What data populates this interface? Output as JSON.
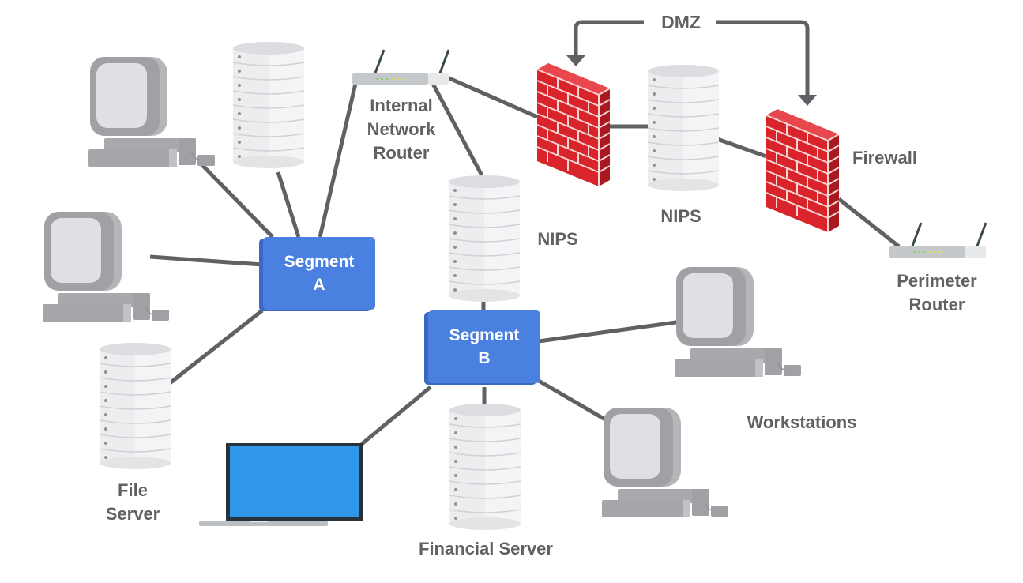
{
  "diagram": {
    "title": "Network Segmentation with DMZ",
    "colors": {
      "link": "#5f6164",
      "segment": "#4a80e0",
      "segment_shadow": "#3a68c2",
      "firewall": "#d8242a",
      "server": "#e6e7e9",
      "workstation": "#a4a6aa",
      "laptop_screen": "#2f98ea",
      "label": "#5f6164"
    },
    "labels": {
      "dmz": "DMZ",
      "internal_router": "Internal\nNetwork\nRouter",
      "nips_internal": "NIPS",
      "nips_dmz": "NIPS",
      "firewall": "Firewall",
      "perimeter_router": "Perimeter\nRouter",
      "segment_a": "Segment\nA",
      "segment_b": "Segment\nB",
      "workstations": "Workstations",
      "file_server": "File\nServer",
      "financial_server": "Financial Server"
    },
    "nodes": [
      {
        "id": "ws-a1",
        "type": "workstation",
        "segment": "A"
      },
      {
        "id": "server-a",
        "type": "server",
        "segment": "A"
      },
      {
        "id": "ws-a2",
        "type": "workstation",
        "segment": "A"
      },
      {
        "id": "file-server",
        "type": "server",
        "segment": "A",
        "label": "File Server"
      },
      {
        "id": "segment-a",
        "type": "switch",
        "label": "Segment A"
      },
      {
        "id": "internal-router",
        "type": "router",
        "label": "Internal Network Router"
      },
      {
        "id": "nips-internal",
        "type": "nips",
        "label": "NIPS"
      },
      {
        "id": "segment-b",
        "type": "switch",
        "label": "Segment B"
      },
      {
        "id": "laptop",
        "type": "laptop",
        "segment": "B"
      },
      {
        "id": "financial-server",
        "type": "server",
        "segment": "B",
        "label": "Financial Server"
      },
      {
        "id": "ws-b1",
        "type": "workstation",
        "segment": "B"
      },
      {
        "id": "ws-b2",
        "type": "workstation",
        "segment": "B"
      },
      {
        "id": "firewall-internal",
        "type": "firewall"
      },
      {
        "id": "nips-dmz",
        "type": "nips",
        "label": "NIPS"
      },
      {
        "id": "firewall-perimeter",
        "type": "firewall",
        "label": "Firewall"
      },
      {
        "id": "perimeter-router",
        "type": "router",
        "label": "Perimeter Router"
      }
    ],
    "links": [
      [
        "ws-a1",
        "segment-a"
      ],
      [
        "server-a",
        "segment-a"
      ],
      [
        "internal-router",
        "segment-a"
      ],
      [
        "ws-a2",
        "segment-a"
      ],
      [
        "file-server",
        "segment-a"
      ],
      [
        "internal-router",
        "nips-internal"
      ],
      [
        "nips-internal",
        "segment-b"
      ],
      [
        "internal-router",
        "firewall-internal"
      ],
      [
        "firewall-internal",
        "nips-dmz"
      ],
      [
        "nips-dmz",
        "firewall-perimeter"
      ],
      [
        "firewall-perimeter",
        "perimeter-router"
      ],
      [
        "segment-b",
        "laptop"
      ],
      [
        "segment-b",
        "financial-server"
      ],
      [
        "segment-b",
        "ws-b1"
      ],
      [
        "segment-b",
        "ws-b2"
      ]
    ],
    "dmz_bracket": {
      "label": "DMZ",
      "spans": [
        "firewall-internal",
        "firewall-perimeter"
      ]
    }
  }
}
